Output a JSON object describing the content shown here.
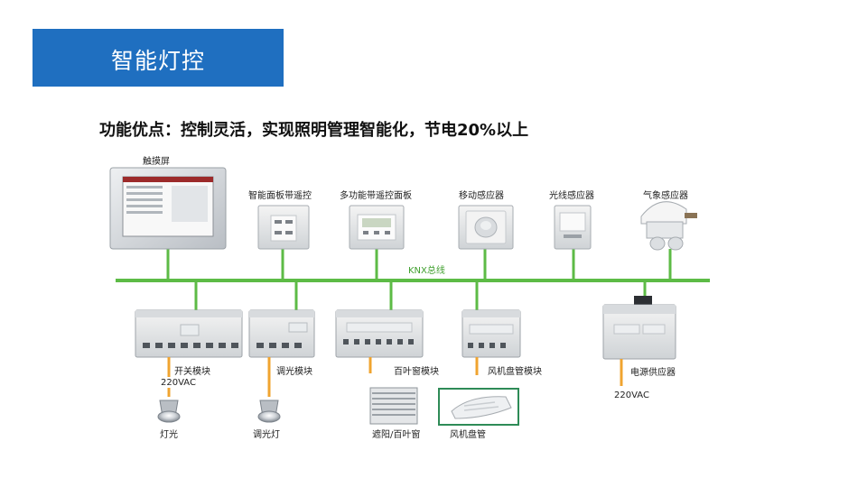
{
  "title": "智能灯控",
  "headline": "功能优点：控制灵活，实现照明管理智能化，节电20%以上",
  "bus_label": "KNX总线",
  "top_devices": [
    {
      "label": "触摸屏"
    },
    {
      "label": "智能面板带遥控"
    },
    {
      "label": "多功能带遥控面板"
    },
    {
      "label": "移动感应器"
    },
    {
      "label": "光线感应器"
    },
    {
      "label": "气象感应器"
    }
  ],
  "bottom_modules": [
    {
      "label": "开关模块",
      "voltage": "220VAC"
    },
    {
      "label": "调光模块"
    },
    {
      "label": "百叶窗模块"
    },
    {
      "label": "风机盘管模块"
    },
    {
      "label": "电源供应器",
      "voltage": "220VAC"
    }
  ],
  "loads": [
    {
      "label": "灯光"
    },
    {
      "label": "调光灯"
    },
    {
      "label": "遮阳/百叶窗"
    },
    {
      "label": "风机盘管"
    }
  ],
  "colors": {
    "title_bg": "#1f6fc0",
    "bus": "#5dbb46",
    "wire": "#f0a430"
  }
}
